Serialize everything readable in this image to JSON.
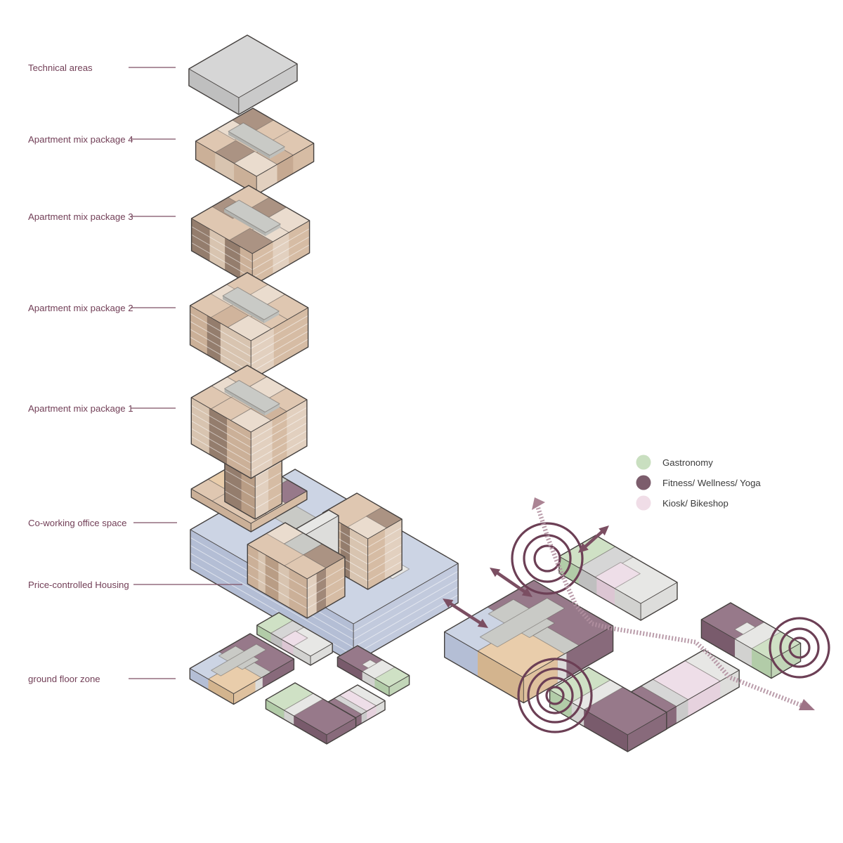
{
  "stack_labels": [
    {
      "text": "Technical areas"
    },
    {
      "text": "Apartment mix package 4"
    },
    {
      "text": "Apartment mix package 3"
    },
    {
      "text": "Apartment mix package 2"
    },
    {
      "text": "Apartment mix package 1"
    },
    {
      "text": "Co-working office space"
    },
    {
      "text": "Price-controlled Housing"
    },
    {
      "text": "ground floor zone"
    }
  ],
  "legend": {
    "items": [
      {
        "label": "Gastronomy",
        "color": "#c9dfc0"
      },
      {
        "label": "Fitness/ Wellness/ Yoga",
        "color": "#7c5d6c"
      },
      {
        "label": "Kiosk/ Bikeshop",
        "color": "#f0dde7"
      }
    ]
  },
  "colors": {
    "label_text": "#723f57",
    "legend_text": "#3a3a3a",
    "leader_line": "#7d4f63",
    "outline": "#45413f",
    "ring": "#6c3f55",
    "arrow": "#7b4e62",
    "dashed_path": "#b190a0",
    "path_head_light": "#ab8494",
    "path_head_dark": "#9e7386",
    "patch_stroke": "rgba(105,100,96,0.55)",
    "floor_line": "rgba(255,255,255,0.55)"
  },
  "palette": {
    "families": {
      "gray": [
        "#d6d6d6",
        "#bfbfbf",
        "#cacaca"
      ],
      "lgray": [
        "#e7e7e5",
        "#d2d2d0",
        "#dddddb"
      ],
      "cross": [
        "#c9cac6",
        "#b2b3af",
        "#bfc0bc"
      ],
      "beigeA": [
        "#eadcce",
        "#d8c4b0",
        "#e2d0bf"
      ],
      "beigeB": [
        "#dfc7b1",
        "#cbb098",
        "#d6bca4"
      ],
      "beigeC": [
        "#d0b49c",
        "#b99d85",
        "#c6a991"
      ],
      "taupe": [
        "#ab9383",
        "#947d6d",
        "#a08878"
      ],
      "blue": [
        "#ccd4e4",
        "#b4bed5",
        "#c2cadd"
      ],
      "mauveD": [
        "#97798a",
        "#795b6c",
        "#886a7b"
      ],
      "green": [
        "#cfe1c5",
        "#b2cca8",
        "#c2d6b8"
      ],
      "pink": [
        "#eedee8",
        "#dcc6d3",
        "#e6d2de"
      ],
      "tan": [
        "#e9cdab",
        "#d3b48e",
        "#dfc19e"
      ]
    }
  }
}
